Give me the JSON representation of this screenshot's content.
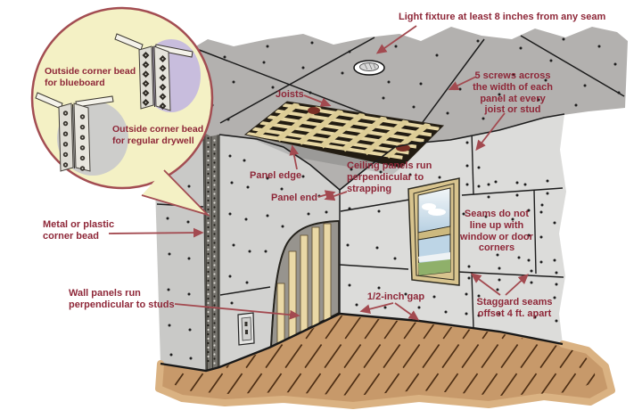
{
  "figure": {
    "labels": {
      "light_fixture": "Light fixture at least 8 inches from any seam",
      "screws": "5 screws across\nthe width of each\npanel at every\njoist or stud",
      "joists": "Joists",
      "panel_edge": "Panel edge",
      "panel_end": "Panel end",
      "ceiling_panels": "Ceiling panels run\nperpendicular to\nstrapping",
      "seams_window": "Seams do not\nline up with\nwindow or door\ncorners",
      "staggered_seams": "Staggard seams\noffset 4 ft. apart",
      "half_inch_gap": "1/2-inch gap",
      "wall_panels": "Wall panels run\nperpendicular to studs",
      "corner_bead": "Metal or plastic\ncorner bead",
      "inset_blueboard": "Outside corner bead\nfor blueboard",
      "inset_regular": "Outside corner bead\nfor regular drywell"
    },
    "colors": {
      "label_text": "#8e2738",
      "arrow": "#a34a50",
      "ceiling": "#b3b1af",
      "wall_right": "#dcdcda",
      "wall_arch": "#d2d2d0",
      "wall_outer": "#c9c9c7",
      "floor": "#c7996a",
      "floor_edge": "#dab282",
      "plank": "#4e2f15",
      "joist_bg": "#221c12",
      "joist_wood": "#e7d7a4",
      "stud": "#e9d8a6",
      "seam": "#1c1c1c",
      "window_frame": "#d8c48e",
      "sky": "#bdd5e6",
      "grass": "#8fb06a",
      "blueboard": "#c8bddd",
      "drywall_gray": "#cdcdcb",
      "inset_fill": "#f4f1c5",
      "inset_border": "#a34d52",
      "bead_metal": "#76746e"
    }
  }
}
